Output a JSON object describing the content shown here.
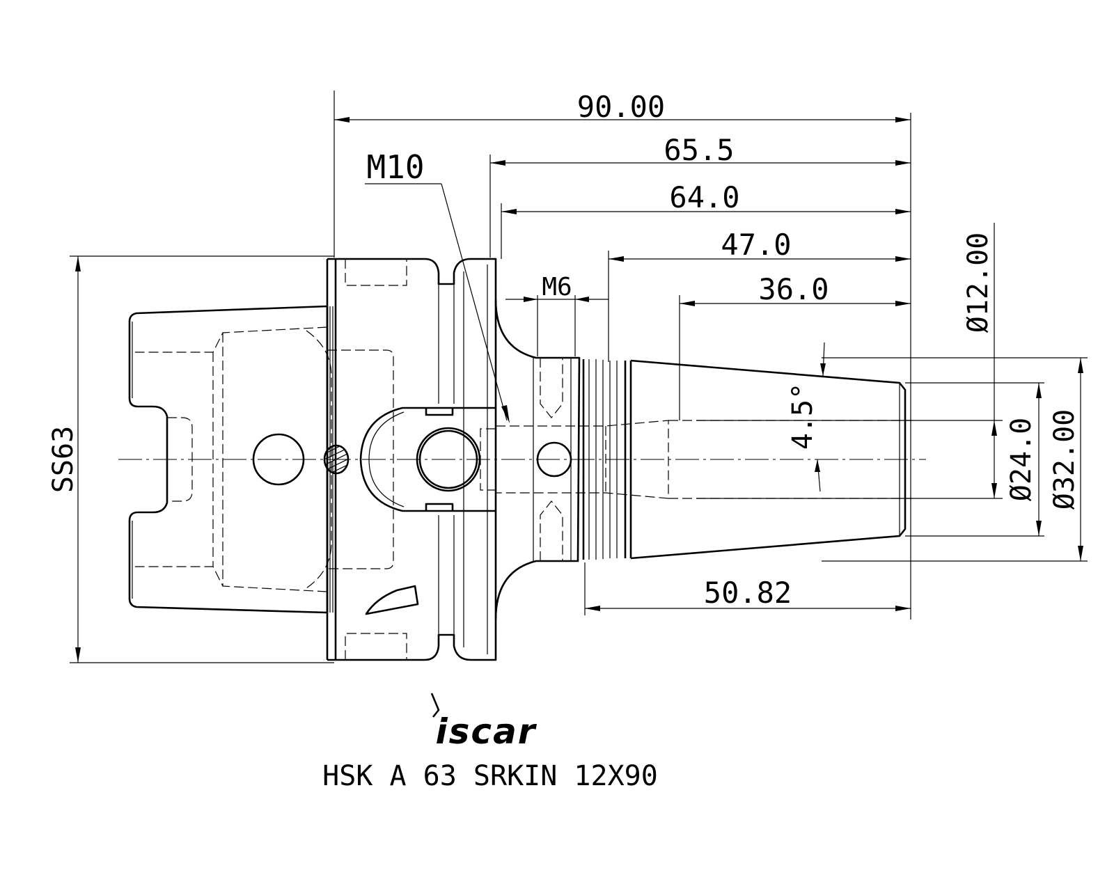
{
  "drawing": {
    "dimensions": {
      "overall_length": "90.00",
      "len_65_5": "65.5",
      "len_64_0": "64.0",
      "len_47_0": "47.0",
      "len_36_0": "36.0",
      "thread_m10": "M10",
      "thread_m6": "M6",
      "flange": "SS63",
      "dia_12": "Ø12.00",
      "dia_24": "Ø24.0",
      "dia_32": "Ø32.00",
      "taper_angle": "4.5°",
      "len_50_82": "50.82"
    },
    "logo_text": "iscar",
    "product_code": "HSK A 63 SRKIN 12X90"
  }
}
